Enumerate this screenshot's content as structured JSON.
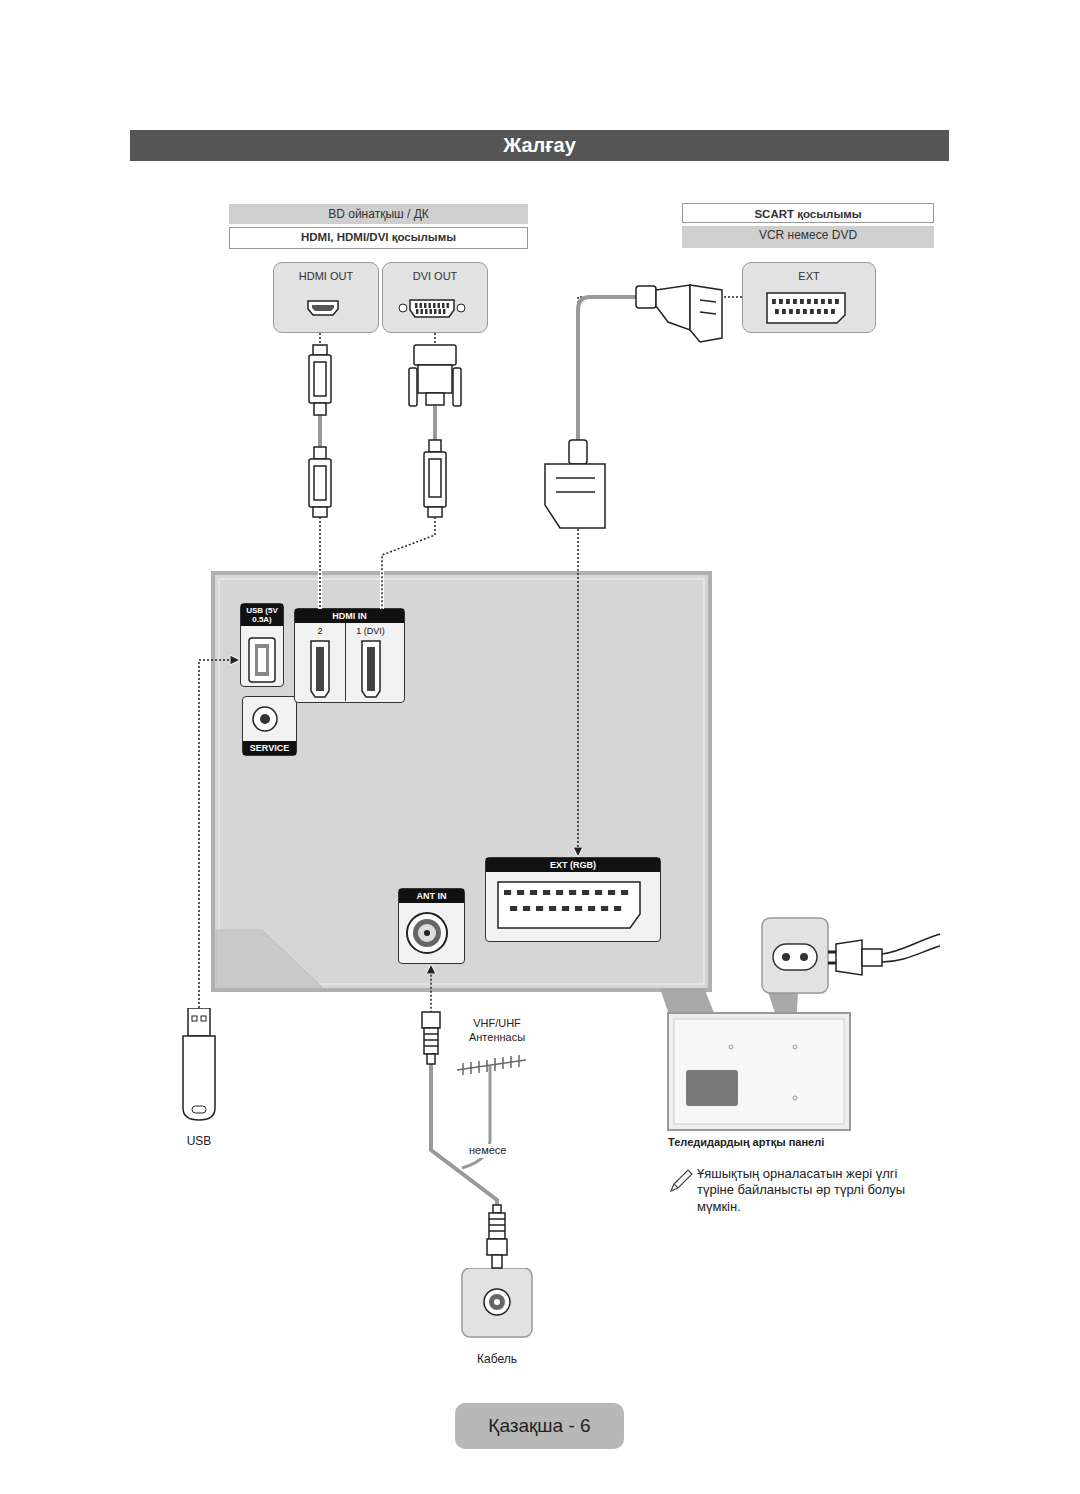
{
  "diagram": {
    "title": "Жалғау",
    "nodes": [
      {
        "text": [
          "BD ойнатқыш / ДК",
          "HDMI, HDMI/DVI қосылымы"
        ]
      },
      {
        "text": [
          "HDMI OUT"
        ]
      },
      {
        "text": [
          "DVI OUT"
        ]
      },
      {
        "text": [
          "SCART қосылымы",
          "VCR немесе DVD"
        ]
      },
      {
        "text": [
          "EXT"
        ]
      },
      {
        "text": [
          "USB (5V 0.5A)"
        ]
      },
      {
        "text": [
          "SERVICE"
        ]
      },
      {
        "text": [
          "HDMI IN"
        ]
      },
      {
        "text": [
          "2"
        ],
        "in": 7
      },
      {
        "text": [
          "1 (DVI)"
        ],
        "in": 7
      },
      {
        "text": [
          "EXT (RGB)"
        ]
      },
      {
        "text": [
          "ANT IN"
        ]
      },
      {
        "text": [
          "USB"
        ]
      },
      {
        "text": [
          "Кабель"
        ]
      },
      {
        "text": [
          "Қазақша - 6"
        ]
      }
    ],
    "edges": [
      {
        "from": 1,
        "to": 8,
        "arrow": "to"
      },
      {
        "from": 2,
        "to": 9,
        "arrow": "to"
      },
      {
        "from": 4,
        "to": 10,
        "arrow": "to"
      },
      {
        "from": 12,
        "to": 5,
        "arrow": "to"
      },
      {
        "from": 13,
        "to": 11,
        "arrow": "to"
      }
    ],
    "labels": [
      "VHF/UHF Антеннасы",
      "немесе",
      "Теледидардың артқы панелі",
      "Ұяшықтың орналасатын жері үлгі түріне байланысты әр түрлі болуы мүмкін."
    ]
  }
}
